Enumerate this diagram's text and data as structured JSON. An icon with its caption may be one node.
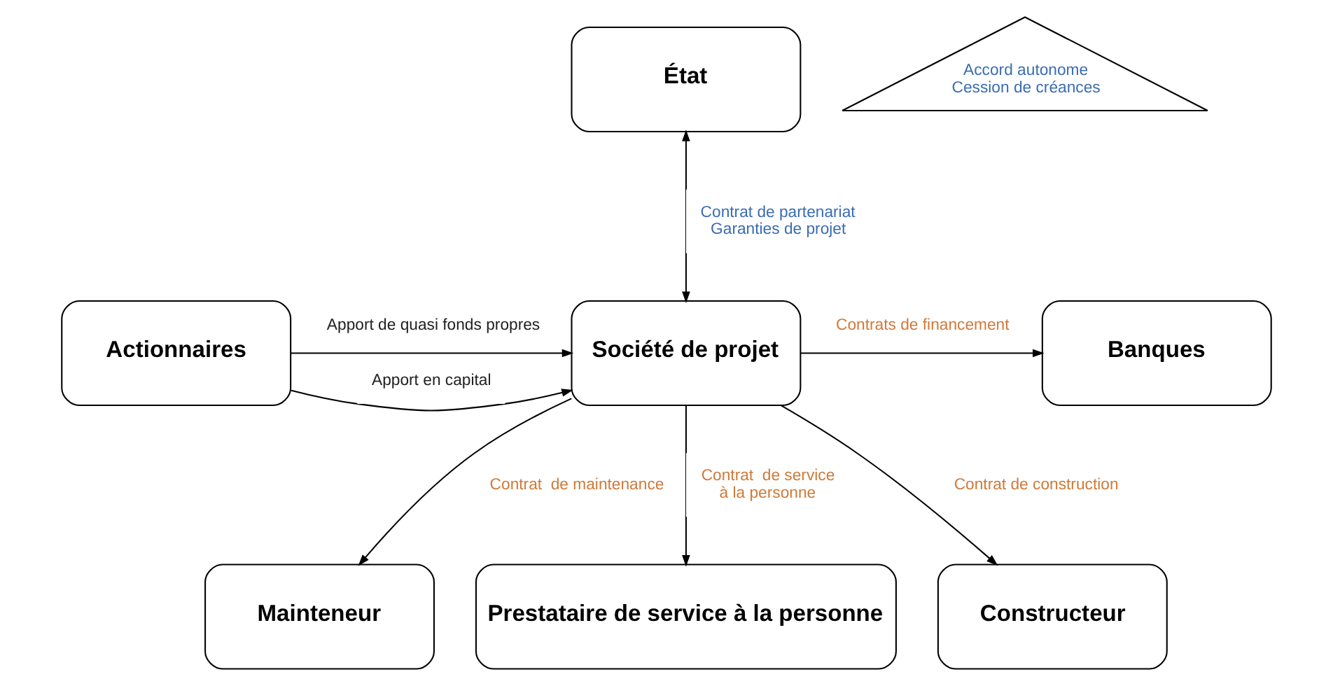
{
  "diagram": {
    "nodes": [
      {
        "text": [
          "État"
        ]
      },
      {
        "text": [
          "Accord autonome",
          "Cession de créances"
        ]
      },
      {
        "text": [
          "Banques"
        ]
      },
      {
        "text": [
          "Société de projet"
        ]
      },
      {
        "text": [
          "Actionnaires"
        ]
      },
      {
        "text": [
          "Mainteneur"
        ]
      },
      {
        "text": [
          "Prestataire de service à la personne"
        ]
      },
      {
        "text": [
          "Constructeur"
        ]
      }
    ],
    "edges": [
      {
        "from": 0,
        "to": 3,
        "arrow": "both",
        "label": "Contrat de partenariat Garanties de projet"
      },
      {
        "from": 3,
        "to": 2,
        "arrow": "to",
        "label": "Contrats de financement"
      },
      {
        "from": 4,
        "to": 3,
        "arrow": "to",
        "label": "Apport en capital"
      },
      {
        "from": 4,
        "to": 3,
        "arrow": "to",
        "label": "Apport de quasi fonds propres"
      },
      {
        "from": 3,
        "to": 5,
        "arrow": "to",
        "label": "Contrat  de maintenance"
      },
      {
        "from": 3,
        "to": 6,
        "arrow": "to",
        "label": "Contrat  de service à la personne"
      },
      {
        "from": 3,
        "to": 7,
        "arrow": "to",
        "label": "Contrat de construction"
      }
    ]
  }
}
